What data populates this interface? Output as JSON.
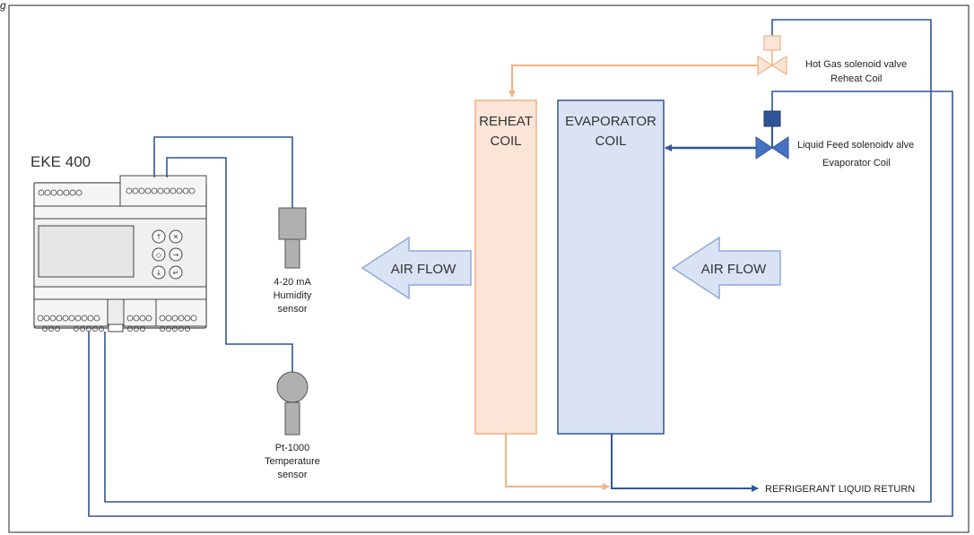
{
  "header_fragment": "g",
  "controller": {
    "title": "EKE 400"
  },
  "humidity_sensor": {
    "line1": "4-20 mA",
    "line2": "Humidity",
    "line3": "sensor"
  },
  "temperature_sensor": {
    "line1": "Pt-1000",
    "line2": "Temperature",
    "line3": "sensor"
  },
  "reheat_coil": {
    "line1": "REHEAT",
    "line2": "COIL"
  },
  "evaporator_coil": {
    "line1": "EVAPORATOR",
    "line2": "COIL"
  },
  "air_flow_left": "AIR FLOW",
  "air_flow_right": "AIR FLOW",
  "hot_gas_valve": {
    "line1": "Hot Gas solenoid valve",
    "line2": "Reheat Coil"
  },
  "liquid_feed_valve": {
    "line1": "Liquid Feed solenoidv alve",
    "line2": "Evaporator Coil"
  },
  "return_label": "REFRIGERANT LIQUID RETURN",
  "colors": {
    "blue_line": "#2f5597",
    "orange_line": "#f4b183",
    "reheat_fill": "#fbe5d6",
    "evap_fill": "#dae3f3",
    "arrow_fill": "#dae3f3",
    "arrow_stroke": "#8faadc"
  }
}
